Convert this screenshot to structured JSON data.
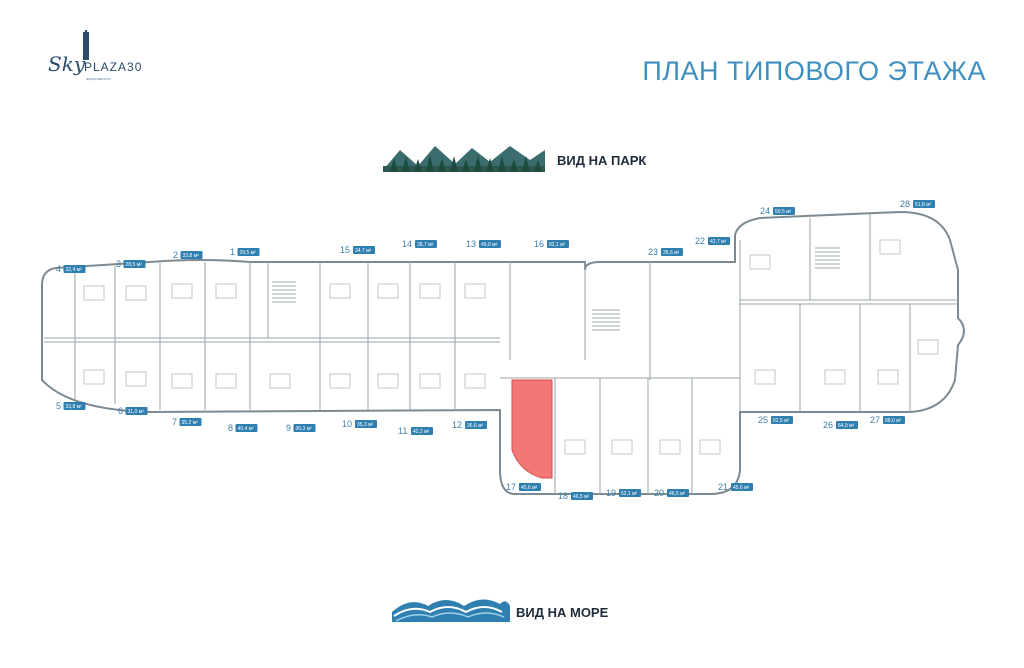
{
  "logo": {
    "sky": "Sky",
    "plaza": "PLAZA30",
    "sub": "апартаменты"
  },
  "title": "ПЛАН ТИПОВОГО ЭТАЖА",
  "views": {
    "park": "ВИД НА ПАРК",
    "sea": "ВИД НА МОРЕ"
  },
  "highlight_color": "#f06060",
  "accent_color": "#3d8fbf",
  "units": [
    {
      "num": "1",
      "area": "29,5 м²"
    },
    {
      "num": "2",
      "area": "33,8 м²"
    },
    {
      "num": "3",
      "area": "28,5 м²"
    },
    {
      "num": "4",
      "area": "32,4 м²"
    },
    {
      "num": "5",
      "area": "33,8 м²"
    },
    {
      "num": "6",
      "area": "31,0 м²"
    },
    {
      "num": "7",
      "area": "35,2 м²"
    },
    {
      "num": "8",
      "area": "40,4 м²"
    },
    {
      "num": "9",
      "area": "36,3 м²"
    },
    {
      "num": "10",
      "area": "35,3 м²"
    },
    {
      "num": "11",
      "area": "42,2 м²"
    },
    {
      "num": "12",
      "area": "36,6 м²"
    },
    {
      "num": "13",
      "area": "49,0 м²"
    },
    {
      "num": "14",
      "area": "38,7 м²"
    },
    {
      "num": "15",
      "area": "34,7 м²"
    },
    {
      "num": "16",
      "area": "82,1 м²"
    },
    {
      "num": "17",
      "area": "45,6 м²"
    },
    {
      "num": "18",
      "area": "46,5 м²"
    },
    {
      "num": "19",
      "area": "52,1 м²"
    },
    {
      "num": "20",
      "area": "46,5 м²"
    },
    {
      "num": "21",
      "area": "45,6 м²"
    },
    {
      "num": "22",
      "area": "42,7 м²"
    },
    {
      "num": "23",
      "area": "35,6 м²"
    },
    {
      "num": "24",
      "area": "50,5 м²"
    },
    {
      "num": "25",
      "area": "62,5 м²"
    },
    {
      "num": "26",
      "area": "64,9 м²"
    },
    {
      "num": "27",
      "area": "88,0 м²"
    },
    {
      "num": "28",
      "area": "51,8 м²"
    }
  ],
  "highlighted_unit": "17"
}
